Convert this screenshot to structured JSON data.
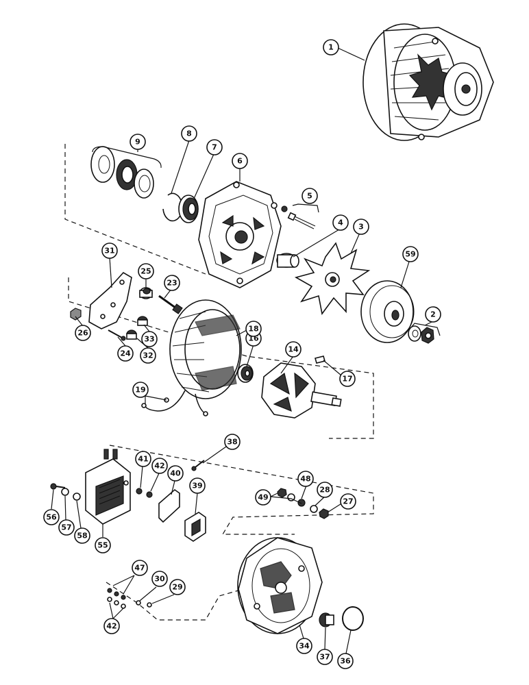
{
  "callouts": [
    {
      "id": "c1",
      "label": "1"
    },
    {
      "id": "c2",
      "label": "2"
    },
    {
      "id": "c3",
      "label": "3"
    },
    {
      "id": "c4",
      "label": "4"
    },
    {
      "id": "c5",
      "label": "5"
    },
    {
      "id": "c6",
      "label": "6"
    },
    {
      "id": "c7",
      "label": "7"
    },
    {
      "id": "c8",
      "label": "8"
    },
    {
      "id": "c9",
      "label": "9"
    },
    {
      "id": "c14",
      "label": "14"
    },
    {
      "id": "c16",
      "label": "16"
    },
    {
      "id": "c17",
      "label": "17"
    },
    {
      "id": "c18",
      "label": "18"
    },
    {
      "id": "c19",
      "label": "19"
    },
    {
      "id": "c23",
      "label": "23"
    },
    {
      "id": "c24",
      "label": "24"
    },
    {
      "id": "c25",
      "label": "25"
    },
    {
      "id": "c26",
      "label": "26"
    },
    {
      "id": "c27",
      "label": "27"
    },
    {
      "id": "c28",
      "label": "28"
    },
    {
      "id": "c29",
      "label": "29"
    },
    {
      "id": "c30",
      "label": "30"
    },
    {
      "id": "c31",
      "label": "31"
    },
    {
      "id": "c32",
      "label": "32"
    },
    {
      "id": "c33",
      "label": "33"
    },
    {
      "id": "c34",
      "label": "34"
    },
    {
      "id": "c36",
      "label": "36"
    },
    {
      "id": "c37",
      "label": "37"
    },
    {
      "id": "c38",
      "label": "38"
    },
    {
      "id": "c39",
      "label": "39"
    },
    {
      "id": "c40",
      "label": "40"
    },
    {
      "id": "c41",
      "label": "41"
    },
    {
      "id": "c42a",
      "label": "42"
    },
    {
      "id": "c42b",
      "label": "42"
    },
    {
      "id": "c47",
      "label": "47"
    },
    {
      "id": "c48",
      "label": "48"
    },
    {
      "id": "c49",
      "label": "49"
    },
    {
      "id": "c55",
      "label": "55"
    },
    {
      "id": "c56",
      "label": "56"
    },
    {
      "id": "c57",
      "label": "57"
    },
    {
      "id": "c58",
      "label": "58"
    },
    {
      "id": "c59",
      "label": "59"
    }
  ]
}
